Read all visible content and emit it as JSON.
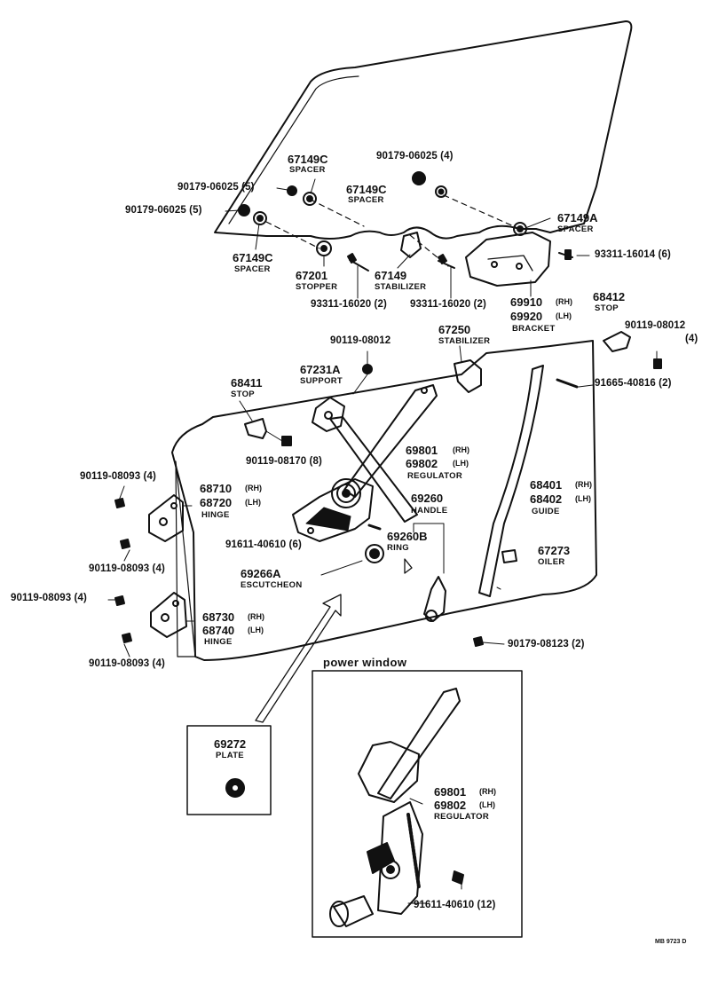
{
  "colors": {
    "ink": "#111111",
    "paper": "#ffffff"
  },
  "labels": {
    "l67149c_1": "67149C",
    "spacer_1": "SPACER",
    "l90179_top": "90179-06025 (4)",
    "l90179_a": "90179-06025 (5)",
    "l67149c_2": "67149C",
    "spacer_2": "SPACER",
    "l90179_b": "90179-06025 (5)",
    "l67149a": "67149A",
    "spacer_a": "SPACER",
    "l67149c_3": "67149C",
    "spacer_3": "SPACER",
    "l67201": "67201",
    "stopper": "STOPPER",
    "l67149": "67149",
    "stabilizer_1": "STABILIZER",
    "l93311_6": "93311-16014 (6)",
    "l93311_2a": "93311-16020 (2)",
    "l93311_2b": "93311-16020 (2)",
    "l69910": "69910",
    "rh_1": "(RH)",
    "l69920": "69920",
    "lh_1": "(LH)",
    "bracket": "BRACKET",
    "l68412": "68412",
    "stop_1": "STOP",
    "l90119_08012r": "90119-08012",
    "qty4_r": "(4)",
    "l67250": "67250",
    "stabilizer_2": "STABILIZER",
    "l90119_08012": "90119-08012",
    "l67231a": "67231A",
    "support": "SUPPORT",
    "l68411": "68411",
    "stop_2": "STOP",
    "l91665": "91665-40816 (2)",
    "l69801": "69801",
    "rh_2": "(RH)",
    "l69802": "69802",
    "lh_2": "(LH)",
    "regulator_1": "REGULATOR",
    "l90119_08170": "90119-08170 (8)",
    "l90119_08093_1": "90119-08093 (4)",
    "l68710": "68710",
    "rh_3": "(RH)",
    "l68720": "68720",
    "lh_3": "(LH)",
    "hinge_1": "HINGE",
    "l68401": "68401",
    "rh_4": "(RH)",
    "l68402": "68402",
    "lh_4": "(LH)",
    "guide": "GUIDE",
    "l69260": "69260",
    "handle": "HANDLE",
    "l91611_6": "91611-40610 (6)",
    "l69260b": "69260B",
    "ring": "RING",
    "l67273": "67273",
    "oiler": "OILER",
    "l90119_08093_2": "90119-08093 (4)",
    "l69266a": "69266A",
    "escutcheon": "ESCUTCHEON",
    "l90119_08093_3": "90119-08093 (4)",
    "l68730": "68730",
    "rh_5": "(RH)",
    "l68740": "68740",
    "lh_5": "(LH)",
    "hinge_2": "HINGE",
    "l90179_08123": "90179-08123 (2)",
    "l90119_08093_4": "90119-08093 (4)",
    "power_window": "power  window",
    "l69272": "69272",
    "plate": "PLATE",
    "pw_69801": "69801",
    "rh_6": "(RH)",
    "pw_69802": "69802",
    "lh_6": "(LH)",
    "regulator_2": "REGULATOR",
    "l91611_12": "91611-40610 (12)",
    "code": "MB 9723 D"
  }
}
